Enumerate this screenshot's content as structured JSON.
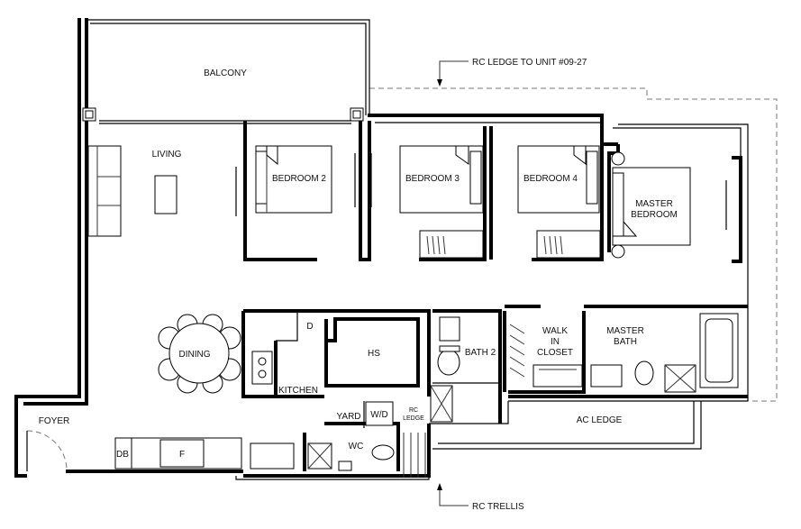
{
  "rooms": {
    "balcony": "BALCONY",
    "living": "LIVING",
    "bedroom2": "BEDROOM 2",
    "bedroom3": "BEDROOM 3",
    "bedroom4": "BEDROOM 4",
    "master_bedroom_1": "MASTER",
    "master_bedroom_2": "BEDROOM",
    "dining": "DINING",
    "hs": "HS",
    "kitchen": "KITCHEN",
    "d": "D",
    "bath2": "BATH 2",
    "walk_in_1": "WALK",
    "walk_in_2": "IN",
    "walk_in_3": "CLOSET",
    "master_bath_1": "MASTER",
    "master_bath_2": "BATH",
    "yard": "YARD",
    "wd": "W/D",
    "rc_ledge_1": "RC",
    "rc_ledge_2": "LEDGE",
    "wc": "WC",
    "foyer": "FOYER",
    "db": "DB",
    "f": "F",
    "ac_ledge": "AC LEDGE"
  },
  "callouts": {
    "rc_ledge_unit": "RC LEDGE TO UNIT #09-27",
    "rc_trellis": "RC TRELLIS"
  }
}
